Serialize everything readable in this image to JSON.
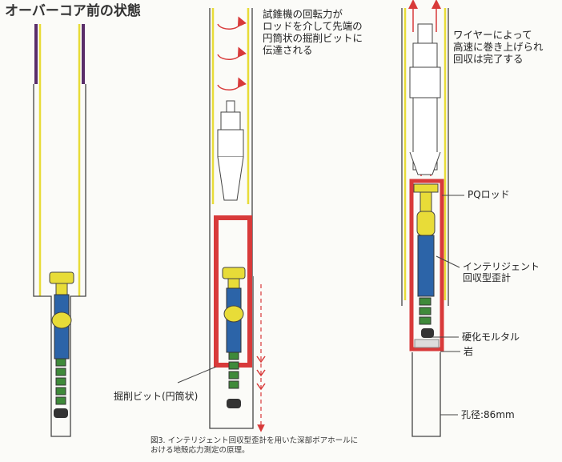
{
  "title": "オーバーコア前の状態",
  "step2": {
    "lines": [
      "試錐機の回転力が",
      "ロッドを介して先端の",
      "円筒状の掘削ビットに",
      "伝達される"
    ]
  },
  "step3": {
    "lines": [
      "ワイヤーによって",
      "高速に巻き上げられ",
      "回収は完了する"
    ]
  },
  "labels": {
    "pq_rod": "PQロッド",
    "gauge": [
      "インテリジェント",
      "回収型歪計"
    ],
    "mortar": "硬化モルタル",
    "rock": "岩",
    "bore": "孔径:86mm",
    "bit": "掘削ビット(円筒状)"
  },
  "caption": [
    "図3. インテリジェント回収型歪計を用いた深部ボアホールに",
    "おける地殻応力測定の原理。"
  ],
  "colors": {
    "outline": "#444444",
    "yellow": "#e8dc38",
    "red": "#d83a3a",
    "blue": "#2c64a8",
    "green": "#3f8a3a",
    "purple": "#5a2e6a"
  }
}
